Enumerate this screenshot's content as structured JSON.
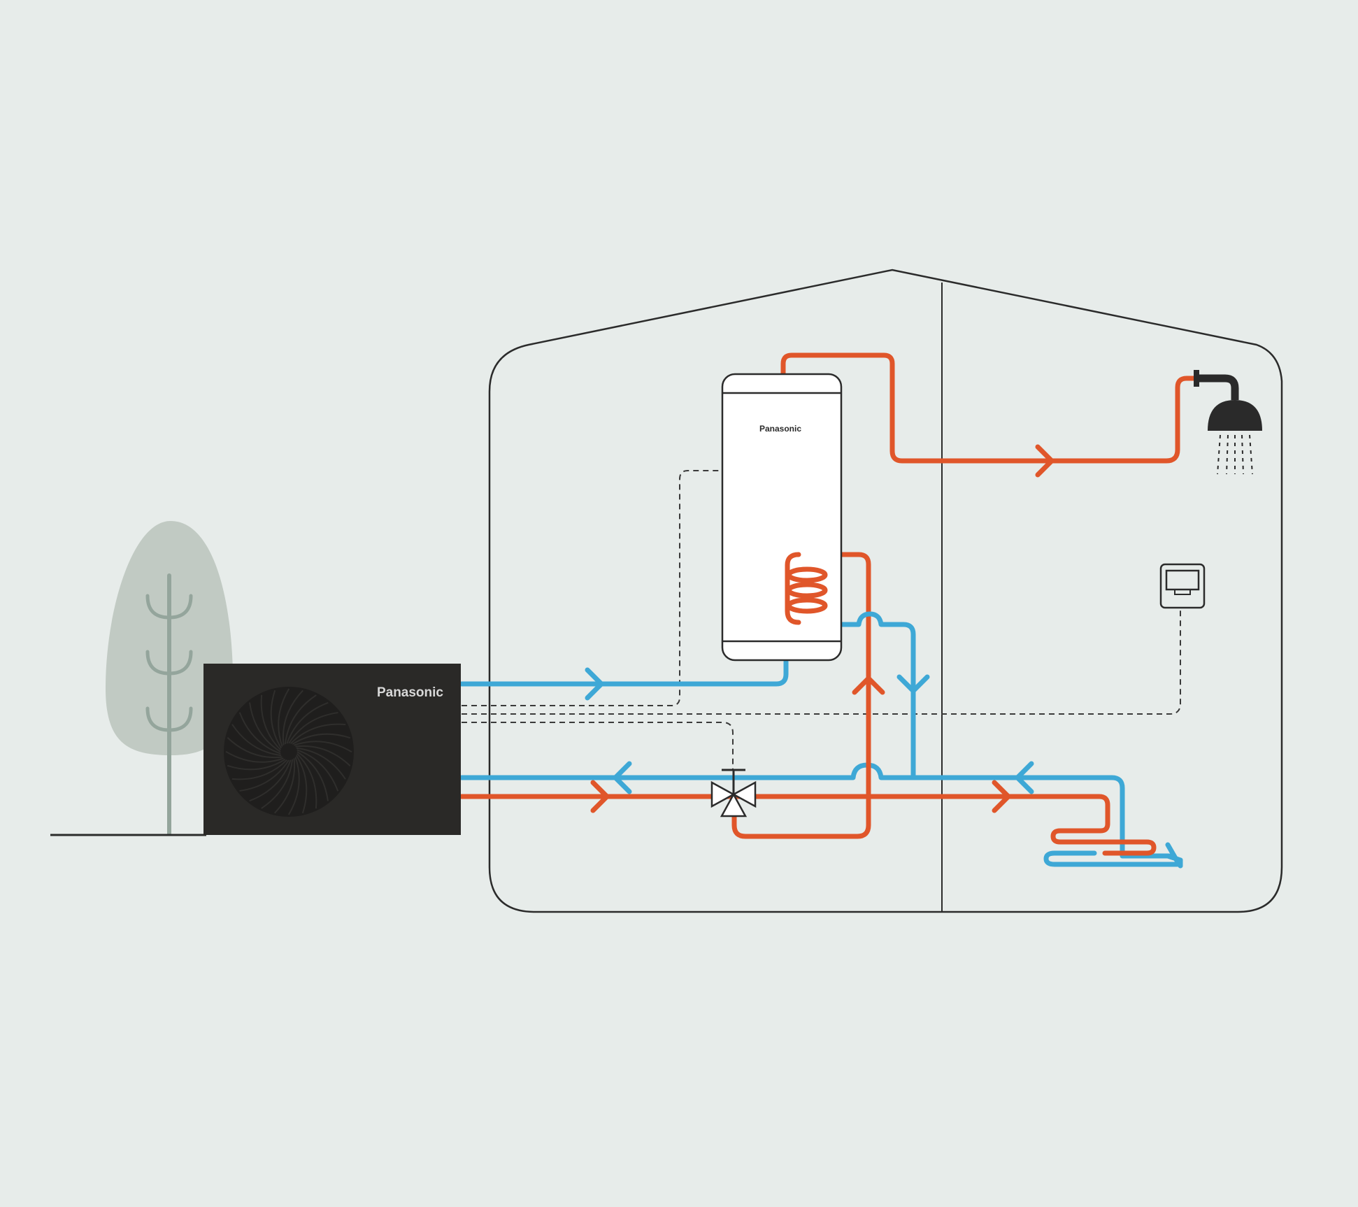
{
  "diagram": {
    "title": "Air-to-water heat pump system with domestic hot water tank and underfloor heating",
    "colors": {
      "background": "#e7ecea",
      "hot_flow": "#e0562a",
      "cold_flow": "#3ea8d6",
      "outline": "#2b2b2b",
      "outdoor_unit": "#2a2927",
      "tree": "#c1cac3",
      "tree_trunk": "#94a59c"
    },
    "components": {
      "outdoor_unit": {
        "label": "Panasonic",
        "type": "heat-pump-outdoor-unit"
      },
      "hot_water_tank": {
        "label": "Panasonic",
        "type": "domestic-hot-water-cylinder",
        "has_coil": true
      },
      "three_way_valve": {
        "type": "3-way-diverter-valve"
      },
      "shower": {
        "type": "shower-head"
      },
      "controller": {
        "type": "room-thermostat"
      },
      "underfloor_heating": {
        "type": "underfloor-heating-loop"
      },
      "tree": {
        "type": "tree"
      }
    },
    "flows": [
      {
        "name": "cold-supply-to-tank",
        "kind": "cold",
        "direction": "right"
      },
      {
        "name": "hot-to-shower",
        "kind": "hot",
        "direction": "right"
      },
      {
        "name": "heating-return",
        "kind": "cold",
        "direction": "left"
      },
      {
        "name": "heating-flow",
        "kind": "hot",
        "direction": "right"
      },
      {
        "name": "coil-flow-up",
        "kind": "hot",
        "direction": "up"
      },
      {
        "name": "coil-return-down",
        "kind": "cold",
        "direction": "down"
      },
      {
        "name": "ufh-return",
        "kind": "cold",
        "direction": "left"
      },
      {
        "name": "ufh-flow",
        "kind": "hot",
        "direction": "right"
      }
    ],
    "control_wires": [
      "outdoor-unit-to-tank-sensor",
      "outdoor-unit-to-thermostat",
      "outdoor-unit-to-valve"
    ]
  }
}
